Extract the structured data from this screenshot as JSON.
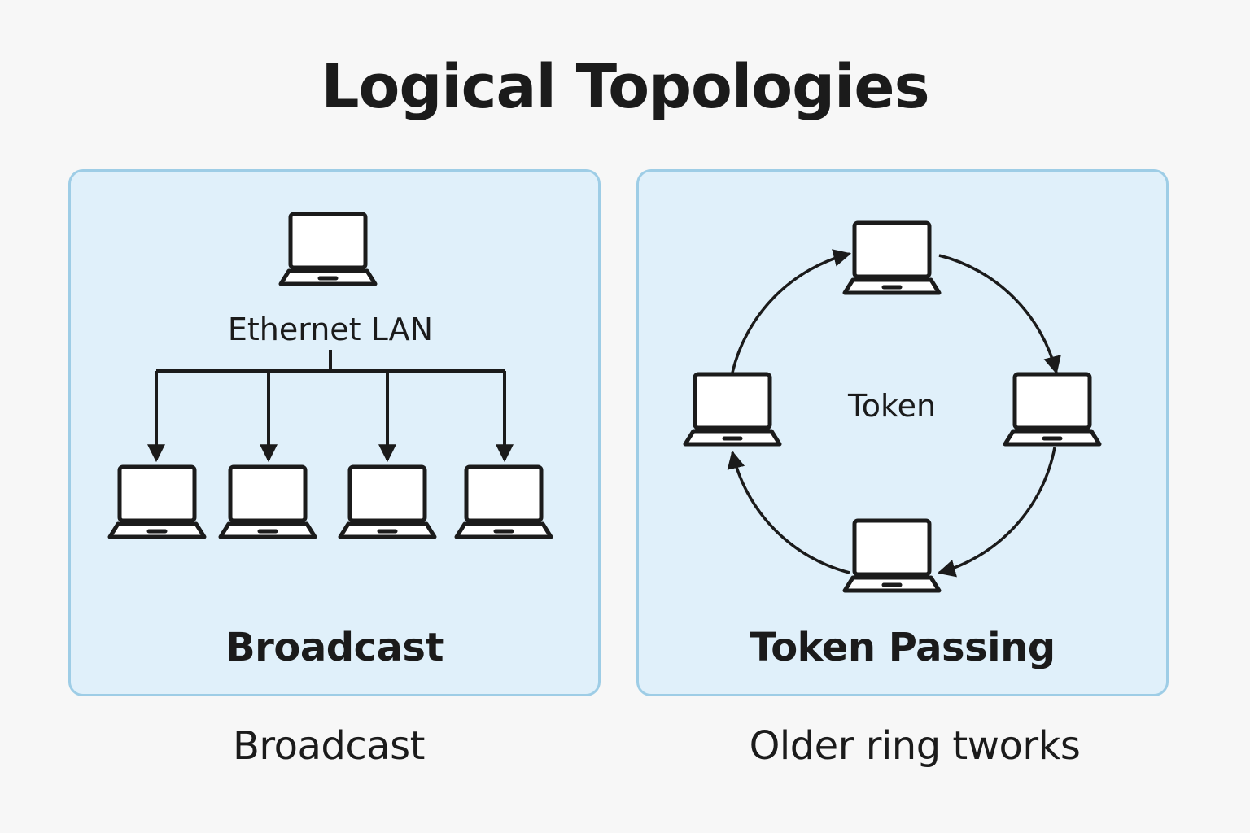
{
  "title": "Logical Topologies",
  "panels": [
    {
      "label": "Broadcast",
      "network_label": "Ethernet LAN",
      "caption": "Broadcast"
    },
    {
      "label": "Token Passing",
      "center_label": "Token",
      "caption": "Older ring tworks"
    }
  ],
  "colors": {
    "background": "#f7f7f7",
    "panel_fill": "#e0f0fa",
    "panel_border": "#9ecde6",
    "line": "#1b1b1b",
    "laptop_screen": "#ffffff"
  },
  "icons": [
    "laptop-icon"
  ]
}
